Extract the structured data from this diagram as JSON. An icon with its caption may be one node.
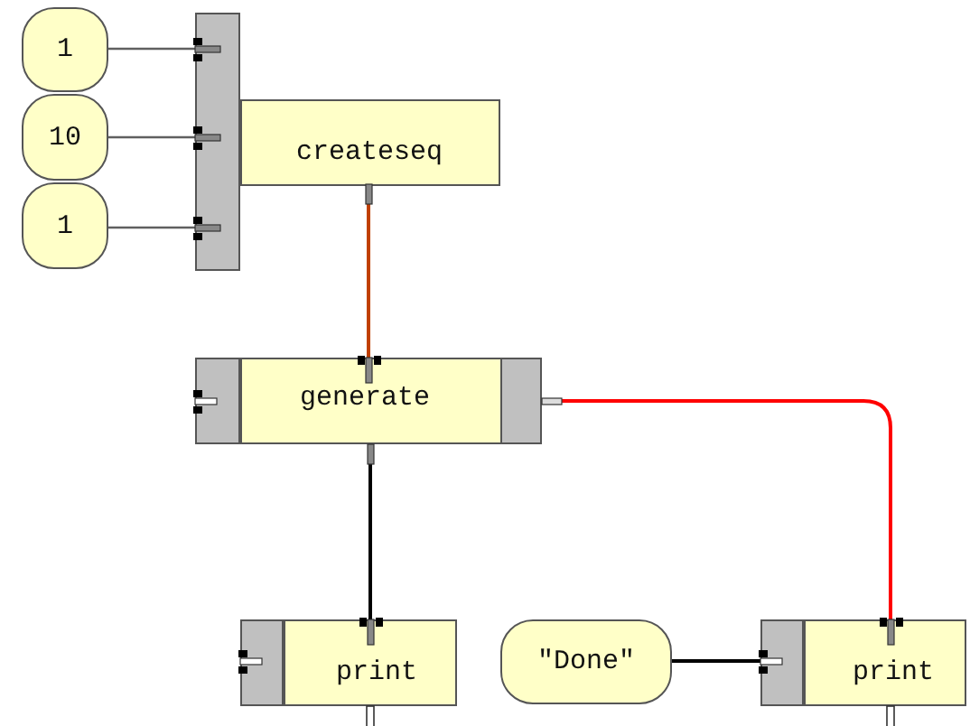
{
  "diagram": {
    "nodes": [
      {
        "text": [
          "1"
        ]
      },
      {
        "text": [
          "10"
        ]
      },
      {
        "text": [
          "1"
        ]
      },
      {
        "text": [
          "createseq"
        ]
      },
      {
        "text": [
          "generate"
        ]
      },
      {
        "text": [
          "print"
        ]
      },
      {
        "text": [
          "\"Done\""
        ]
      },
      {
        "text": [
          "print"
        ]
      }
    ],
    "edges": [
      {
        "from": 0,
        "to": 3,
        "arrow": "none"
      },
      {
        "from": 1,
        "to": 3,
        "arrow": "none"
      },
      {
        "from": 2,
        "to": 3,
        "arrow": "none"
      },
      {
        "from": 3,
        "to": 4,
        "arrow": "none",
        "color": "#c04000"
      },
      {
        "from": 4,
        "to": 5,
        "arrow": "none",
        "color": "#000000"
      },
      {
        "from": 4,
        "to": 7,
        "arrow": "none",
        "color": "#ff0000"
      },
      {
        "from": 6,
        "to": 7,
        "arrow": "none",
        "color": "#000000"
      }
    ]
  }
}
